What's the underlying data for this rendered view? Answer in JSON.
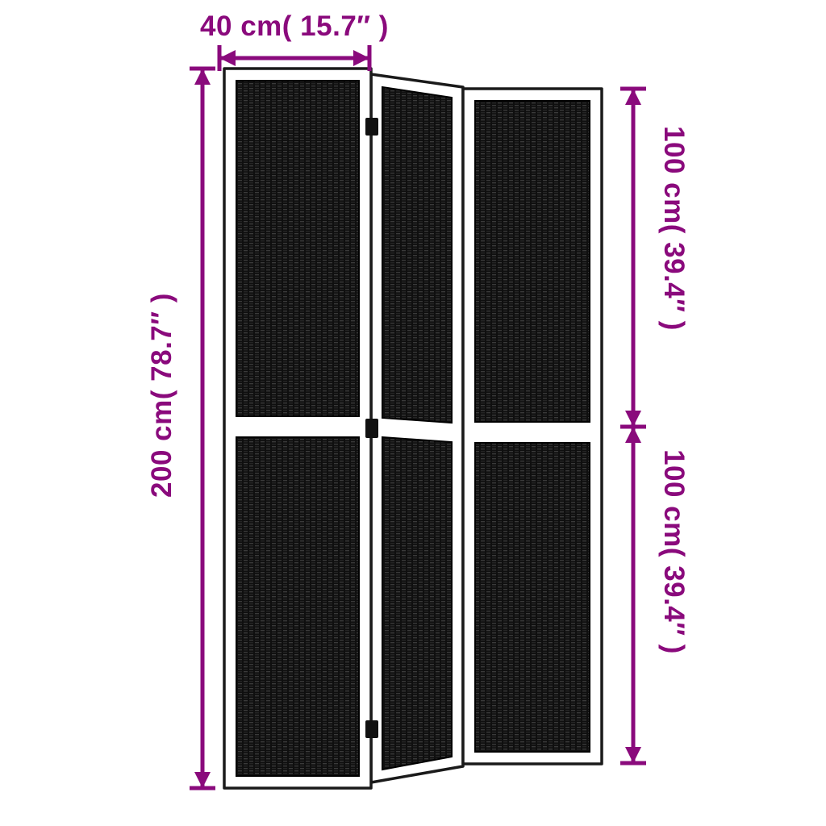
{
  "labels": {
    "width": "40 cm( 15.7″ )",
    "total_height": "200 cm( 78.7″ )",
    "upper_height": "100 cm( 39.4″ )",
    "lower_height": "100 cm( 39.4″ )"
  },
  "colors": {
    "accent": "#8a0a7c",
    "frame_outline": "#1a1a1a",
    "panel_fill": "#ffffff",
    "weave_dark": "#0f0f0f"
  },
  "diagram": {
    "type": "product-dimension-diagram",
    "panels": 3,
    "sections_per_panel": 2
  }
}
